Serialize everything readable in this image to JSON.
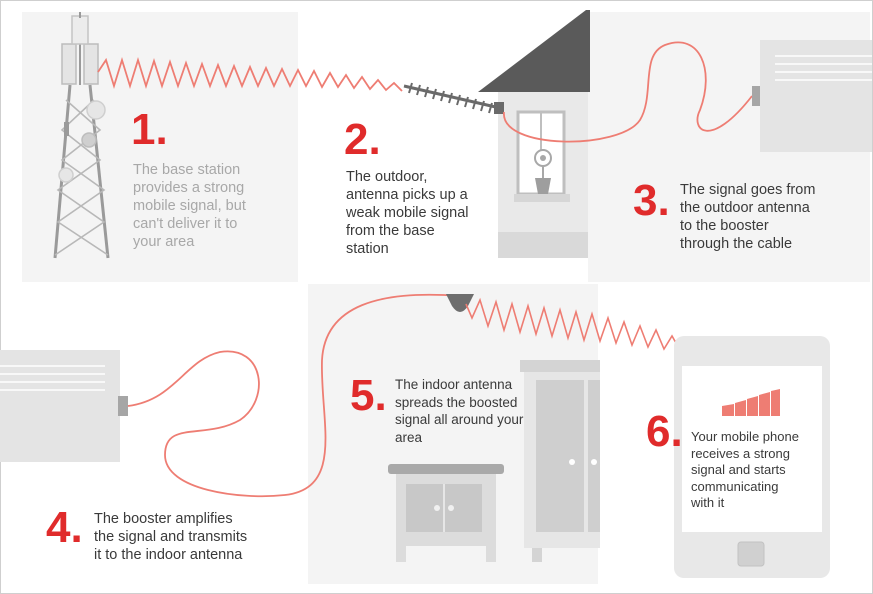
{
  "colors": {
    "accent_red": "#e02b2b",
    "wave_red": "#ee7d73",
    "panel_grey": "#f4f4f4",
    "device_grey": "#e6e6e6",
    "text_dark": "#3a3a3a",
    "text_muted": "#a8a8a8"
  },
  "steps": [
    {
      "number": "1.",
      "lines": [
        "The base station",
        "provides a strong",
        "mobile signal, but",
        "can't deliver it to",
        "your area"
      ]
    },
    {
      "number": "2.",
      "lines": [
        "The outdoor,",
        "antenna picks up a",
        "weak mobile signal",
        "from the base",
        "station"
      ]
    },
    {
      "number": "3.",
      "lines": [
        "The signal goes from",
        "the outdoor antenna",
        "to the booster",
        "through the cable"
      ]
    },
    {
      "number": "4.",
      "lines": [
        "The booster amplifies",
        "the signal and transmits",
        "it to the indoor antenna"
      ]
    },
    {
      "number": "5.",
      "lines": [
        "The indoor antenna",
        "spreads the boosted",
        "signal all around your",
        "area"
      ]
    },
    {
      "number": "6.",
      "lines": [
        "Your mobile phone",
        "receives a strong",
        "signal and starts",
        "communicating",
        "with it"
      ]
    }
  ],
  "icons": [
    "cell-tower-icon",
    "outdoor-yagi-antenna-icon",
    "house-icon",
    "signal-booster-icon",
    "indoor-ceiling-antenna-icon",
    "wardrobe-icon",
    "nightstand-icon",
    "mobile-phone-icon",
    "signal-bars-icon",
    "cable-icon",
    "signal-wave-icon"
  ]
}
